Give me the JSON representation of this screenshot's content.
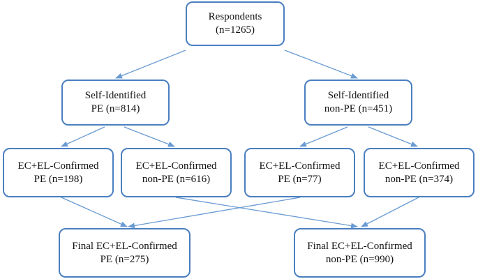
{
  "nodes": {
    "respondents": {
      "line1": "Respondents",
      "line2": "(n=1265)"
    },
    "self_pe": {
      "line1": "Self-Identified",
      "line2": "PE (n=814)"
    },
    "self_non_pe": {
      "line1": "Self-Identified",
      "line2": "non-PE (n=451)"
    },
    "confirmed_pe_from_pe": {
      "line1": "EC+EL-Confirmed",
      "line2": "PE (n=198)"
    },
    "confirmed_non_pe_from_pe": {
      "line1": "EC+EL-Confirmed",
      "line2": "non-PE (n=616)"
    },
    "confirmed_pe_from_non_pe": {
      "line1": "EC+EL-Confirmed",
      "line2": "PE (n=77)"
    },
    "confirmed_non_pe_from_non_pe": {
      "line1": "EC+EL-Confirmed",
      "line2": "non-PE (n=374)"
    },
    "final_pe": {
      "line1": "Final EC+EL-Confirmed",
      "line2": "PE (n=275)"
    },
    "final_non_pe": {
      "line1": "Final EC+EL-Confirmed",
      "line2": "non-PE (n=990)"
    }
  },
  "colors": {
    "border": "#4a7fc0",
    "arrow": "#6a9bd3"
  }
}
